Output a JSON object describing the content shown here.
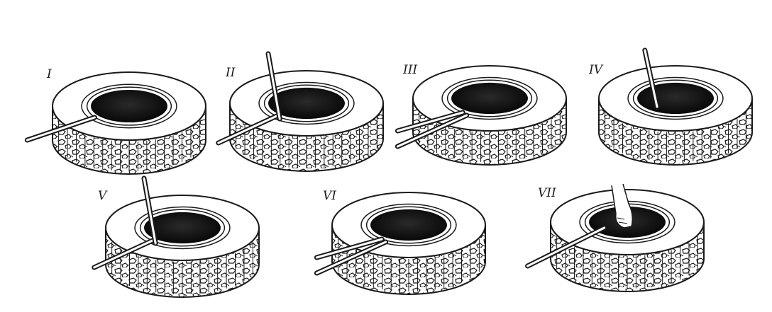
{
  "figure": {
    "steps": [
      {
        "numeral": "I",
        "tool": "lever-under-bead",
        "hand": false
      },
      {
        "numeral": "II",
        "tool": "two-levers-crossed",
        "hand": false
      },
      {
        "numeral": "III",
        "tool": "lever-pair-low",
        "hand": false
      },
      {
        "numeral": "IV",
        "tool": "lever-vertical",
        "hand": false
      },
      {
        "numeral": "V",
        "tool": "two-levers-crossed",
        "hand": false
      },
      {
        "numeral": "VI",
        "tool": "lever-pair-low",
        "hand": false
      },
      {
        "numeral": "VII",
        "tool": "lever-with-hand",
        "hand": true
      }
    ],
    "colors": {
      "ink": "#1a1a1a",
      "rim_fill": "#0d0d0d",
      "paper": "#ffffff"
    }
  }
}
